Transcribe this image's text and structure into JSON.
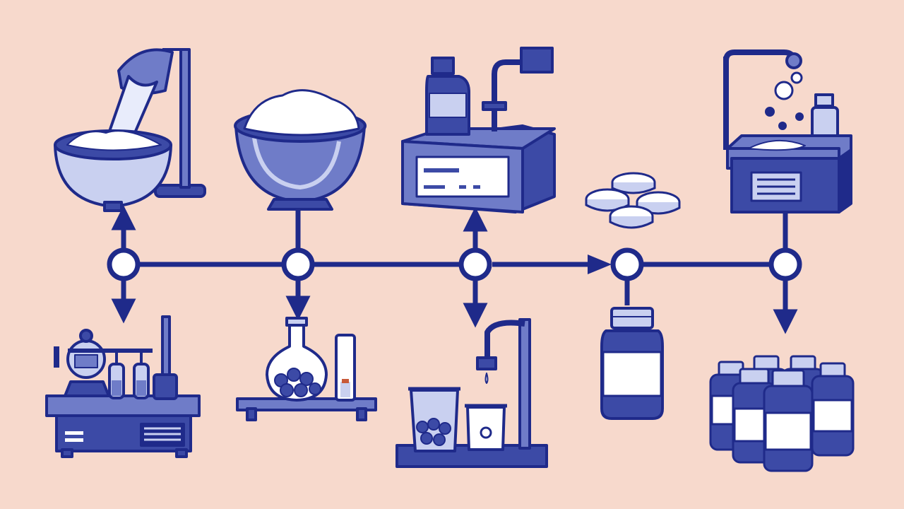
{
  "diagram": {
    "background": "#f7d9cc",
    "colors": {
      "line": "#1f2a8a",
      "fill_dark": "#3c4aa6",
      "fill_mid": "#6f7cc8",
      "fill_light": "#c9d0f0",
      "white": "#ffffff"
    },
    "nodes": [
      {
        "id": "node-1",
        "top_icon": "bowl-pouring-stand-icon",
        "bottom_icon": "distillation-bench-icon",
        "top_arrow": "bidirectional",
        "bottom_arrow": "down"
      },
      {
        "id": "node-2",
        "top_icon": "powder-bowl-icon",
        "bottom_icon": "flask-and-cylinder-icon",
        "top_arrow": "line",
        "bottom_arrow": "down"
      },
      {
        "id": "node-3",
        "top_icon": "bottle-dispenser-machine-icon",
        "bottom_icon": "beakers-and-tap-icon",
        "top_arrow": "bidirectional",
        "bottom_arrow": "down"
      },
      {
        "id": "node-4",
        "top_icon": "tablets-icon",
        "bottom_icon": "single-bottle-icon",
        "top_arrow": "none",
        "bottom_arrow": "line",
        "incoming": "arrow"
      },
      {
        "id": "node-5",
        "top_icon": "coating-machine-icon",
        "bottom_icon": "bottle-group-icon",
        "top_arrow": "line",
        "bottom_arrow": "down"
      }
    ]
  }
}
